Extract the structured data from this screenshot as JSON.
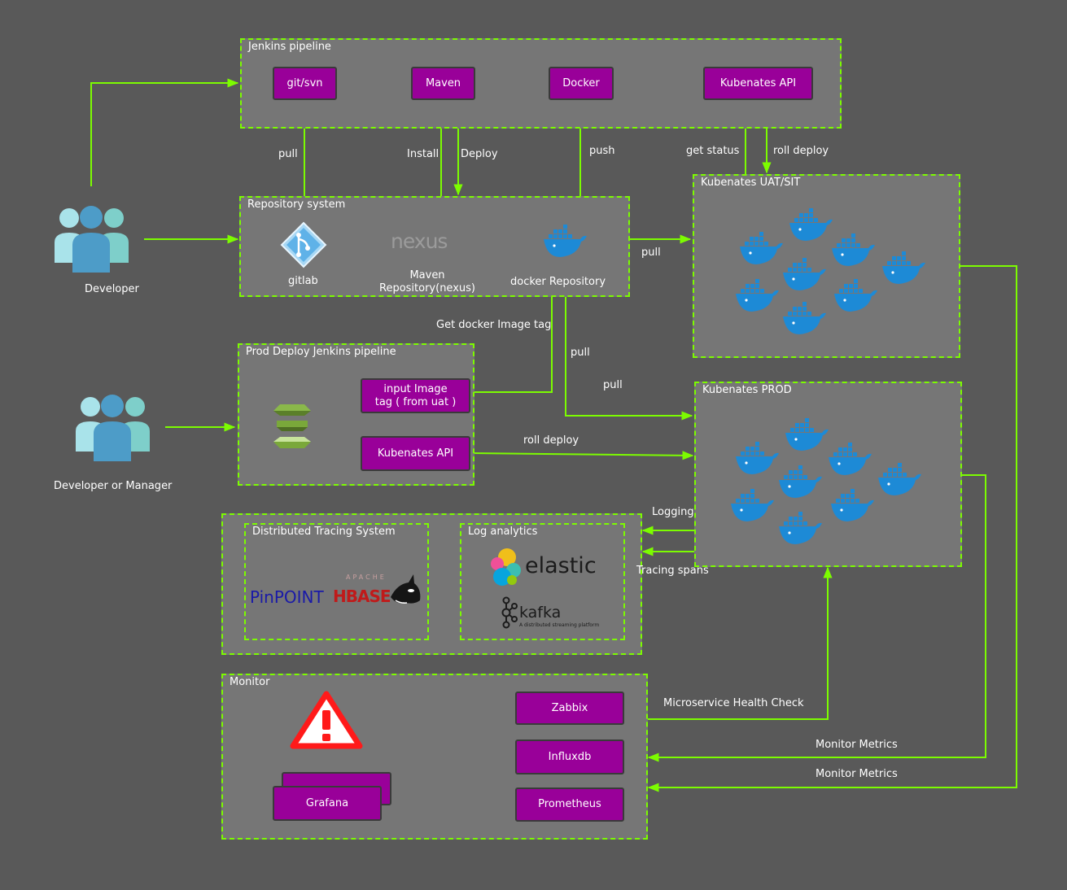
{
  "groups": {
    "jenkins": "Jenkins pipeline",
    "repo": "Repository system",
    "uat": "Kubenates UAT/SIT",
    "prod_pipeline": "Prod Deploy Jenkins pipeline",
    "prod": "Kubenates PROD",
    "tracing": "Distributed Tracing System",
    "log": "Log analytics",
    "monitor": "Monitor"
  },
  "nodes": {
    "git": "git/svn",
    "maven": "Maven",
    "docker": "Docker",
    "k8s_api": "Kubenates API",
    "input_tag": "input Image tag ( from uat )",
    "prod_k8s_api": "Kubenates API",
    "zabbix": "Zabbix",
    "influxdb": "Influxdb",
    "prometheus": "Prometheus",
    "grafana": "Grafana"
  },
  "repo_items": {
    "gitlab": "gitlab",
    "maven_repo": "Maven Repository(nexus)",
    "docker_repo": "docker Repository",
    "nexus_logo": "nexus"
  },
  "actors": {
    "developer": "Developer",
    "manager": "Developer or Manager"
  },
  "logos": {
    "pinpoint": "PinPOINT",
    "hbase": "HBASE",
    "apache": "APACHE",
    "elastic": "elastic",
    "kafka": "kafka",
    "kafka_tagline": "A distributed streaming platform"
  },
  "edges": {
    "pull_git": "pull",
    "install": "Install",
    "deploy": "Deploy",
    "push": "push",
    "get_status": "get status",
    "roll_deploy_uat": "roll deploy",
    "pull_uat": "pull",
    "get_tag": "Get docker Image tag",
    "pull_prod_1": "pull",
    "pull_prod_2": "pull",
    "roll_deploy_prod": "roll deploy",
    "logging": "Logging",
    "tracing_spans": "Tracing spans",
    "health_check": "Microservice Health Check",
    "metrics_prod": "Monitor Metrics",
    "metrics_uat": "Monitor Metrics"
  },
  "colors": {
    "background": "#595959",
    "group_fill": "#767676",
    "accent_green": "#7cfc00",
    "node_purple": "#990099",
    "docker_blue": "#1d8ad6"
  }
}
